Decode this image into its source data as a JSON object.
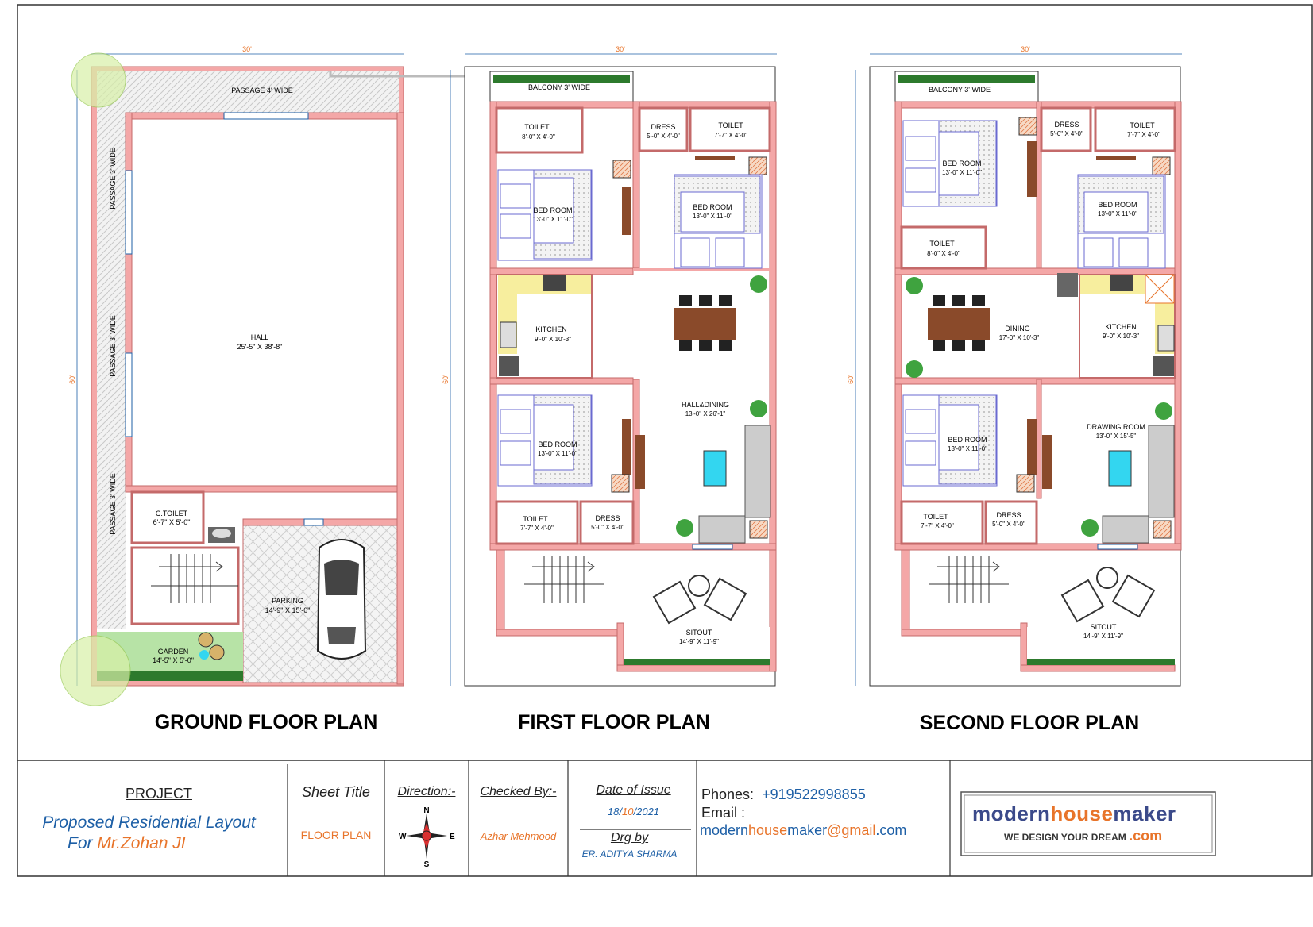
{
  "plans": [
    {
      "title": "GROUND FLOOR PLAN",
      "width_dim": "30'",
      "depth_dim": "60'",
      "rooms": [
        {
          "name": "PASSAGE 4' WIDE",
          "size": ""
        },
        {
          "name": "HALL",
          "size": "25'-5\" X 38'-8\""
        },
        {
          "name": "C.TOILET",
          "size": "6'-7\" X 5'-0\""
        },
        {
          "name": "PARKING",
          "size": "14'-9\" X 15'-0\""
        },
        {
          "name": "GARDEN",
          "size": "14'-5\" X 5'-0\""
        }
      ],
      "side_labels": [
        "PASSAGE 3' WIDE",
        "PASSAGE 3' WIDE",
        "PASSAGE 3' WIDE"
      ]
    },
    {
      "title": "FIRST FLOOR PLAN",
      "width_dim": "30'",
      "depth_dim": "60'",
      "rooms": [
        {
          "name": "BALCONY 3' WIDE",
          "size": ""
        },
        {
          "name": "TOILET",
          "size": "8'-0\" X 4'-0\""
        },
        {
          "name": "DRESS",
          "size": "5'-0\" X 4'-0\""
        },
        {
          "name": "TOILET",
          "size": "7'-7\" X 4'-0\""
        },
        {
          "name": "BED ROOM",
          "size": "13'-0\" X 11'-0\""
        },
        {
          "name": "BED ROOM",
          "size": "13'-0\" X 11'-0\""
        },
        {
          "name": "KITCHEN",
          "size": "9'-0\" X 10'-3\""
        },
        {
          "name": "HALL&DINING",
          "size": "13'-0\" X 26'-1\""
        },
        {
          "name": "BED ROOM",
          "size": "13'-0\" X 11'-0\""
        },
        {
          "name": "TOILET",
          "size": "7'-7\" X 4'-0\""
        },
        {
          "name": "DRESS",
          "size": "5'-0\" X 4'-0\""
        },
        {
          "name": "SITOUT",
          "size": "14'-9\" X 11'-9\""
        }
      ]
    },
    {
      "title": "SECOND FLOOR PLAN",
      "width_dim": "30'",
      "depth_dim": "60'",
      "rooms": [
        {
          "name": "BALCONY 3' WIDE",
          "size": ""
        },
        {
          "name": "BED ROOM",
          "size": "13'-0\" X 11'-0\""
        },
        {
          "name": "DRESS",
          "size": "5'-0\" X 4'-0\""
        },
        {
          "name": "TOILET",
          "size": "7'-7\" X 4'-0\""
        },
        {
          "name": "BED ROOM",
          "size": "13'-0\" X 11'-0\""
        },
        {
          "name": "TOILET",
          "size": "8'-0\" X 4'-0\""
        },
        {
          "name": "DINING",
          "size": "17'-0\" X 10'-3\""
        },
        {
          "name": "KITCHEN",
          "size": "9'-0\" X 10'-3\""
        },
        {
          "name": "BED ROOM",
          "size": "13'-0\" X 11'-0\""
        },
        {
          "name": "DRAWING ROOM",
          "size": "13'-0\" X 15'-5\""
        },
        {
          "name": "TOILET",
          "size": "7'-7\" X 4'-0\""
        },
        {
          "name": "DRESS",
          "size": "5'-0\" X 4'-0\""
        },
        {
          "name": "SITOUT",
          "size": "14'-9\" X 11'-9\""
        }
      ]
    }
  ],
  "title_block": {
    "project_heading": "PROJECT",
    "project_line1": "Proposed Residential Layout",
    "project_line2_prefix": "For ",
    "project_client": "Mr.Zohan JI",
    "sheet_title_heading": "Sheet Title",
    "sheet_title": "FLOOR PLAN",
    "direction_heading": "Direction:-",
    "compass": {
      "n": "N",
      "s": "S",
      "e": "E",
      "w": "W"
    },
    "checked_heading": "Checked By:-",
    "checked_by": "Azhar Mehmood",
    "date_heading": "Date of Issue",
    "date_day": "18/",
    "date_month": "10",
    "date_year": "/2021",
    "drg_heading": "Drg by",
    "drg_by": "ER. ADITYA SHARMA",
    "phones_label": "Phones:",
    "phone": "+919522998855",
    "email_label": "Email :",
    "email_a": "modern",
    "email_b": "house",
    "email_c": "maker",
    "email_d": "@gmail",
    "email_e": ".com",
    "logo_a": "modern",
    "logo_b": "house",
    "logo_c": "maker",
    "logo_tagline": "WE DESIGN YOUR DREAM",
    "logo_com": ".com"
  },
  "colors": {
    "wall": "#f4a7a7",
    "wall_stroke": "#c46a6a",
    "orange": "#e8742a",
    "blue": "#1d5fa6",
    "garden": "#b7e3a6",
    "kitchen": "#f7ee9e",
    "table": "#8a4a2a",
    "pool": "#33d6f0"
  }
}
